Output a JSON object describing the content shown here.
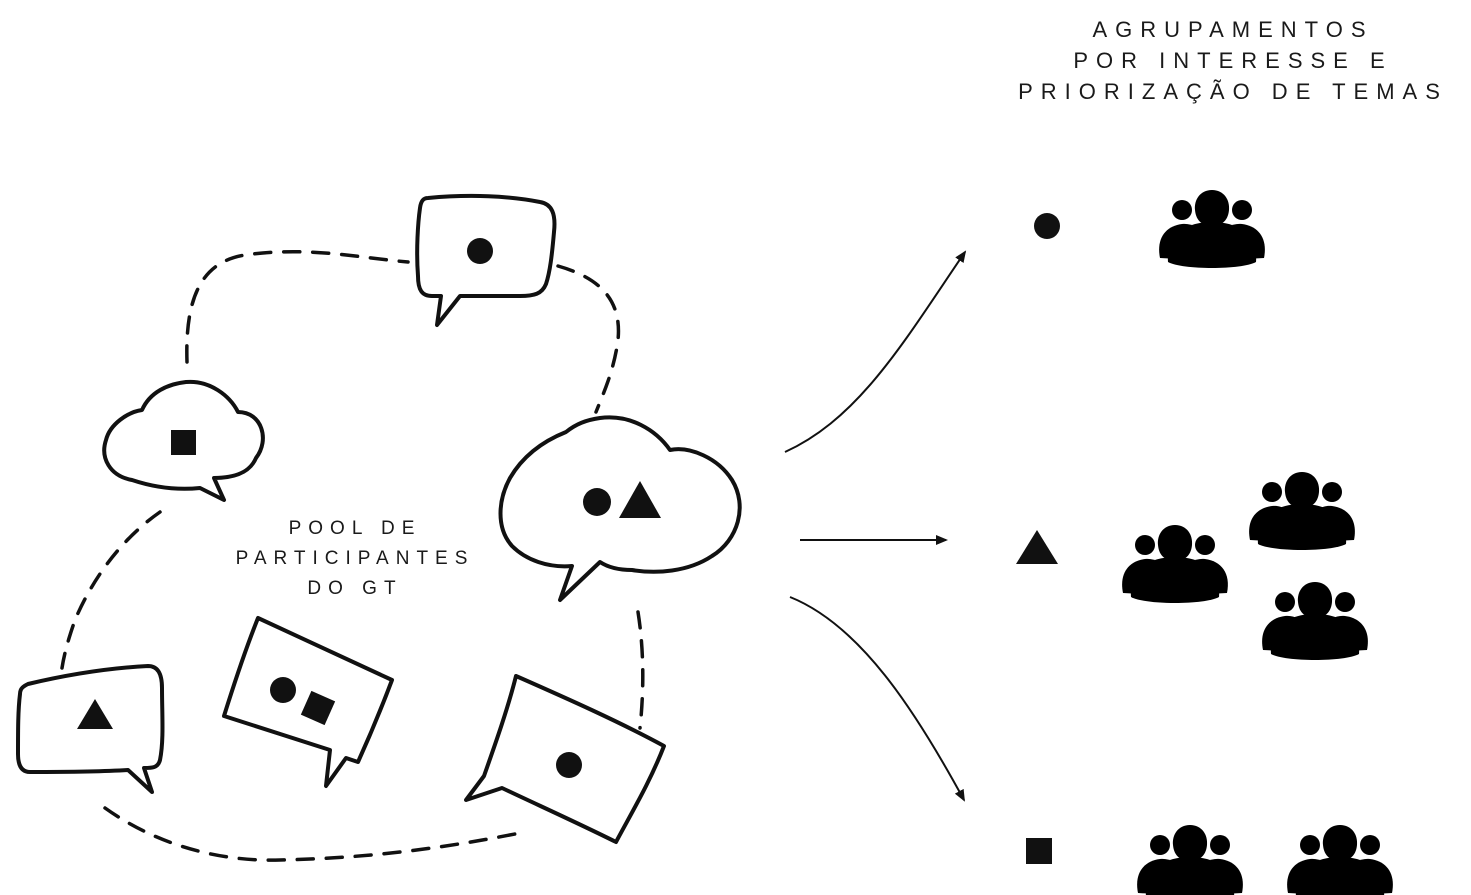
{
  "heading": {
    "line1": "AGRUPAMENTOS",
    "line2": "POR INTERESSE E",
    "line3": "PRIORIZAÇÃO DE TEMAS"
  },
  "pool_label": {
    "line1": "POOL DE",
    "line2": "PARTICIPANTES",
    "line3": "DO GT"
  },
  "speech_bubbles": [
    {
      "shape": "rectangle",
      "symbols": [
        "circle"
      ]
    },
    {
      "shape": "cloud",
      "symbols": [
        "square"
      ]
    },
    {
      "shape": "cloud",
      "symbols": [
        "circle",
        "triangle"
      ]
    },
    {
      "shape": "rectangle",
      "symbols": [
        "triangle"
      ]
    },
    {
      "shape": "rectangle",
      "symbols": [
        "circle",
        "square"
      ]
    },
    {
      "shape": "rectangle",
      "symbols": [
        "circle"
      ]
    }
  ],
  "groups": [
    {
      "symbol": "circle",
      "crowd_icons": 1
    },
    {
      "symbol": "triangle",
      "crowd_icons": 3
    },
    {
      "symbol": "square",
      "crowd_icons": 2
    }
  ],
  "colors": {
    "ink": "#111111",
    "background": "#ffffff"
  }
}
